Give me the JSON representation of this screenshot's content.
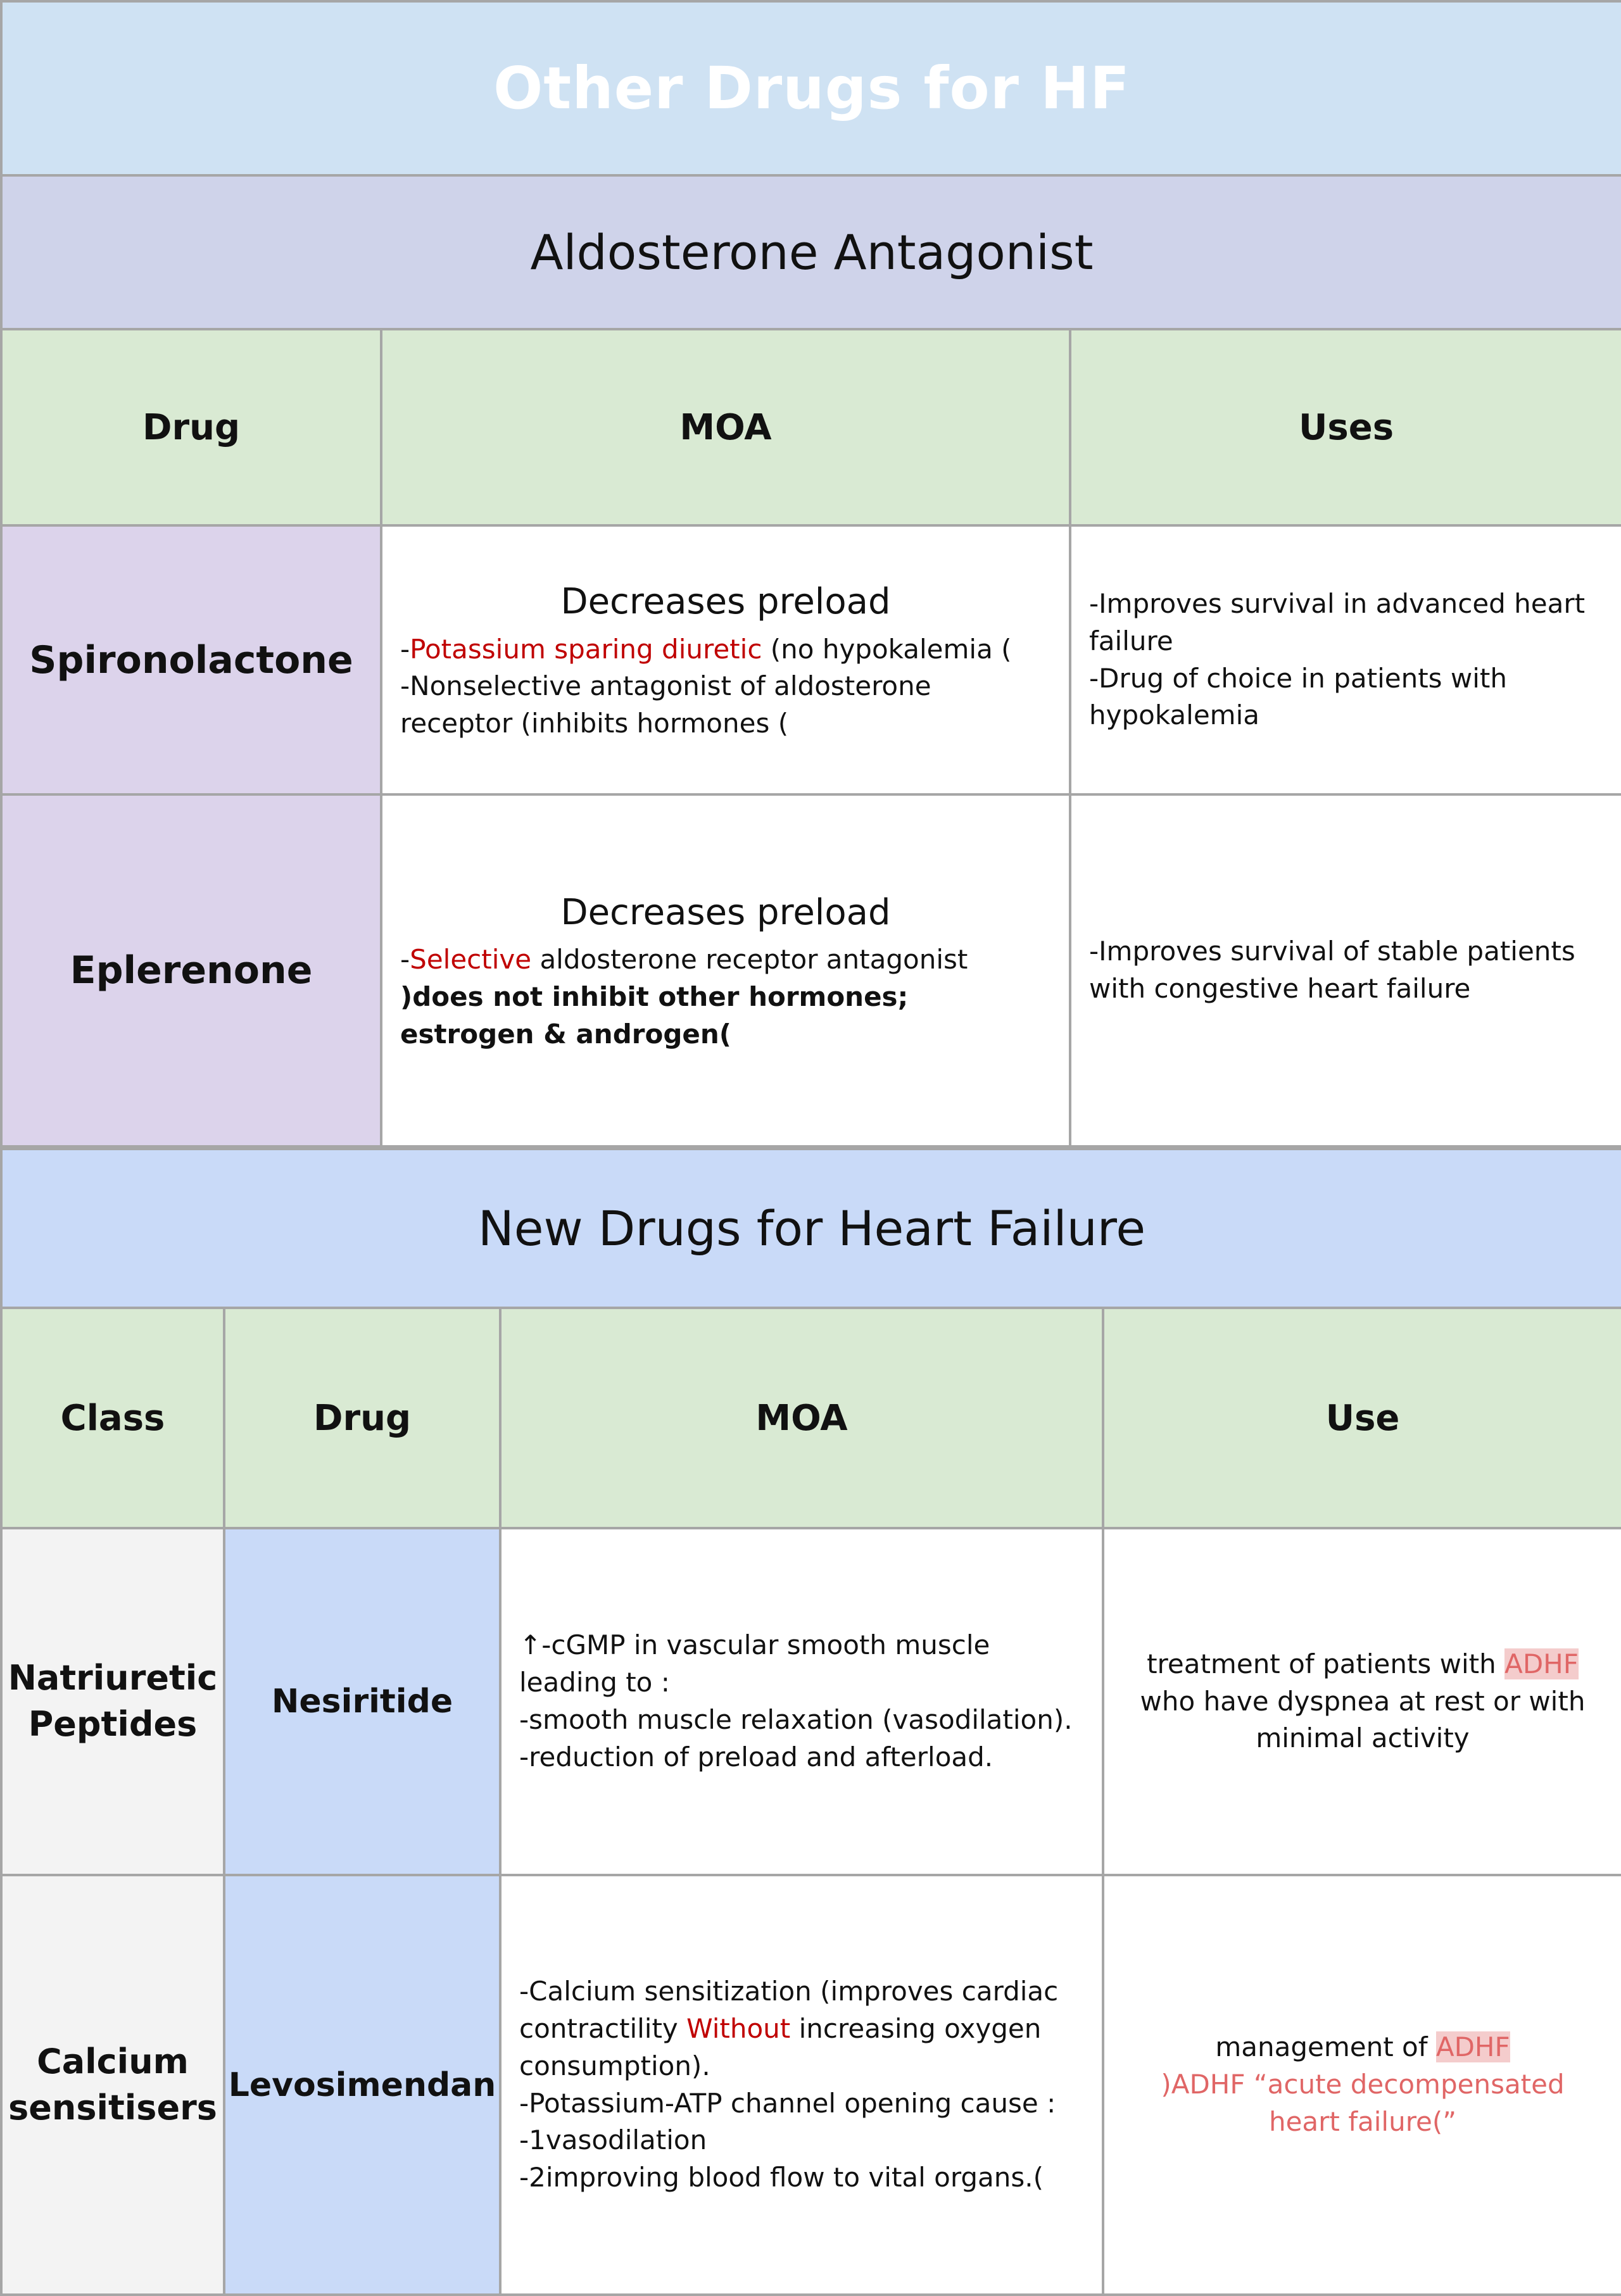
{
  "title": "Other Drugs for HF",
  "aldosterone": {
    "section_title": "Aldosterone Antagonist",
    "headers": [
      "Drug",
      "MOA",
      "Uses"
    ],
    "rows": [
      {
        "drug": "Spironolactone",
        "moa_head": "Decreases preload",
        "moa_l1_pre": "-",
        "moa_l1_red": "Potassium sparing diuretic",
        "moa_l1_post": " (no hypokalemia (",
        "moa_l2": "-Nonselective antagonist of aldosterone receptor (inhibits hormones (",
        "uses_l1": "-Improves survival in advanced heart failure",
        "uses_l2": "-Drug of choice in patients with hypokalemia"
      },
      {
        "drug": "Eplerenone",
        "moa_head": "Decreases preload",
        "moa_l1_pre": "-",
        "moa_l1_red": "Selective",
        "moa_l1_post": " aldosterone receptor antagonist",
        "moa_l2": ")does not inhibit other hormones; estrogen  & androgen(",
        "uses_l1": "-Improves survival of stable patients with congestive heart failure"
      }
    ]
  },
  "new_drugs": {
    "section_title": "New Drugs for Heart Failure",
    "headers": [
      "Class",
      "Drug",
      "MOA",
      "Use"
    ],
    "rows": [
      {
        "class_l1": "Natriuretic",
        "class_l2": "Peptides",
        "drug": "Nesiritide",
        "moa_l1": "↑-cGMP in vascular smooth muscle leading to :",
        "moa_l2": " -smooth muscle relaxation (vasodilation).",
        "moa_l3": " -reduction of preload and afterload.",
        "use_pre": "treatment of patients with ",
        "use_hl": "ADHF",
        "use_post": " who have dyspnea at rest or with minimal activity"
      },
      {
        "class_l1": "Calcium",
        "class_l2": "sensitisers",
        "drug": "Levosimendan",
        "moa_l1_pre": "-Calcium sensitization (improves cardiac contractility ",
        "moa_l1_red": "Without",
        "moa_l1_post": " increasing oxygen consumption).",
        "moa_l2": "-Potassium-ATP channel opening cause :",
        "moa_l3": "-1vasodilation",
        "moa_l4": "-2improving blood flow to vital organs.(",
        "use_pre": "management of ",
        "use_hl": "ADHF",
        "use_note": ")ADHF “acute decompensated heart failure(”"
      }
    ]
  },
  "colors": {
    "title_bg": "#cfe2f3",
    "section_a_bg": "#cfd3ea",
    "section_b_bg": "#c9daf8",
    "header_bg": "#d9ead3",
    "drug_a_bg": "#dcd3eb",
    "drug_b_bg": "#c9daf8",
    "class_bg": "#f3f3f3",
    "accent_red": "#c00000",
    "accent_pink": "#e06666",
    "highlight_bg": "#f4cccc"
  }
}
